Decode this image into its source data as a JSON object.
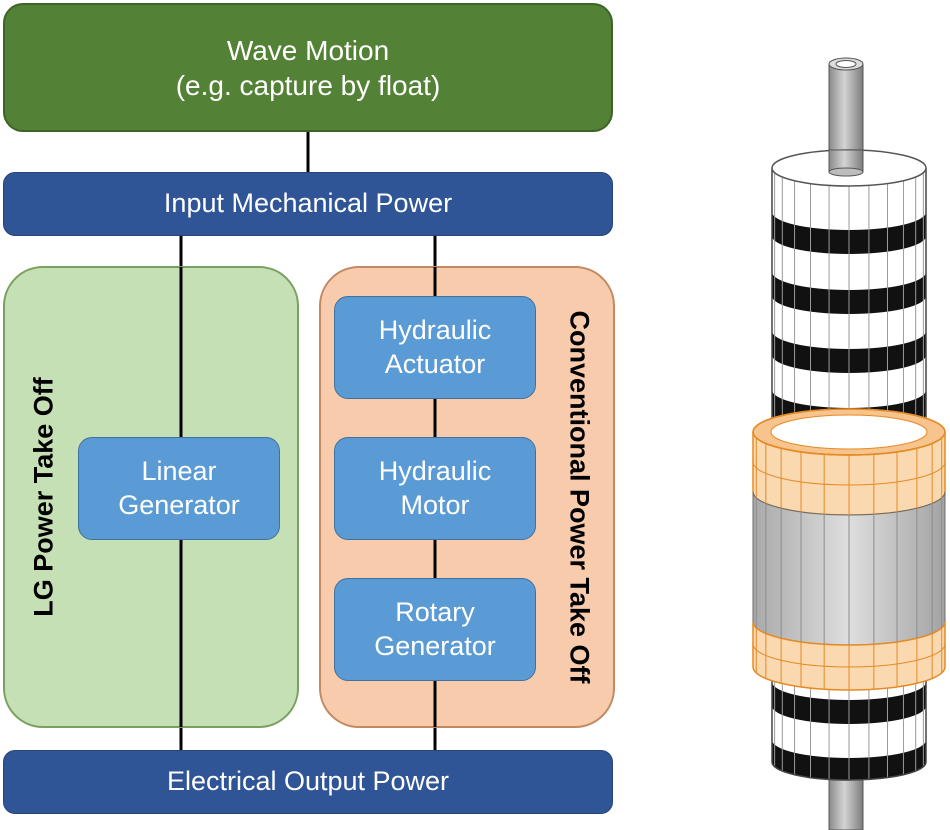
{
  "wave_motion": {
    "line1": "Wave Motion",
    "line2": "(e.g. capture by float)"
  },
  "input_power": "Input Mechanical Power",
  "output_power": "Electrical Output Power",
  "lg_panel": {
    "title": "LG Power Take Off",
    "component": {
      "line1": "Linear",
      "line2": "Generator"
    }
  },
  "conventional_panel": {
    "title": "Conventional Power Take Off",
    "components": [
      {
        "line1": "Hydraulic",
        "line2": "Actuator"
      },
      {
        "line1": "Hydraulic",
        "line2": "Motor"
      },
      {
        "line1": "Rotary",
        "line2": "Generator"
      }
    ]
  },
  "colors": {
    "wave_box": "#538135",
    "power_bar": "#2f5597",
    "component_box": "#5b9bd5",
    "lg_panel": "#c5e0b4",
    "conventional_panel": "#f8cbad",
    "stator_ring": "#f4a64a"
  }
}
